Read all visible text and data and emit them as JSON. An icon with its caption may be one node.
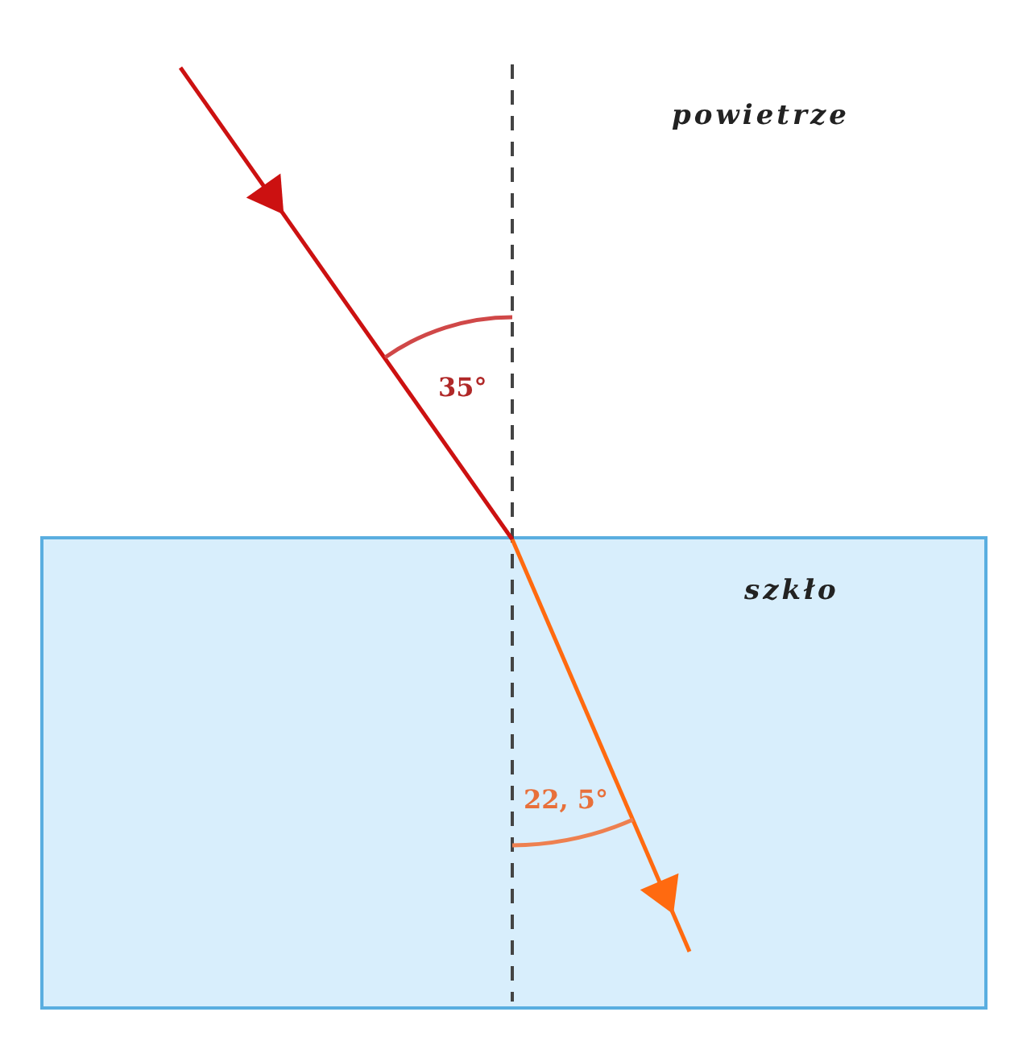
{
  "diagram": {
    "nodes": [
      {
        "text": [
          "szkło"
        ]
      }
    ],
    "labels": [
      "powietrze",
      "35°",
      "22, 5°"
    ]
  }
}
